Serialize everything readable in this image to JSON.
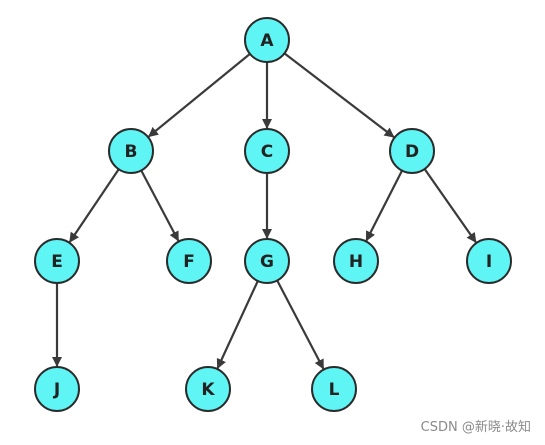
{
  "diagram": {
    "type": "tree",
    "colors": {
      "node_fill": "#5ff5f5",
      "node_stroke": "#2b2b2b",
      "edge": "#3a3a3a",
      "label": "#222222"
    },
    "nodes": [
      {
        "id": "A",
        "label": "A"
      },
      {
        "id": "B",
        "label": "B"
      },
      {
        "id": "C",
        "label": "C"
      },
      {
        "id": "D",
        "label": "D"
      },
      {
        "id": "E",
        "label": "E"
      },
      {
        "id": "F",
        "label": "F"
      },
      {
        "id": "G",
        "label": "G"
      },
      {
        "id": "H",
        "label": "H"
      },
      {
        "id": "I",
        "label": "I"
      },
      {
        "id": "J",
        "label": "J"
      },
      {
        "id": "K",
        "label": "K"
      },
      {
        "id": "L",
        "label": "L"
      }
    ],
    "edges": [
      {
        "from": "A",
        "to": "B"
      },
      {
        "from": "A",
        "to": "C"
      },
      {
        "from": "A",
        "to": "D"
      },
      {
        "from": "B",
        "to": "E"
      },
      {
        "from": "B",
        "to": "F"
      },
      {
        "from": "C",
        "to": "G"
      },
      {
        "from": "D",
        "to": "H"
      },
      {
        "from": "D",
        "to": "I"
      },
      {
        "from": "E",
        "to": "J"
      },
      {
        "from": "G",
        "to": "K"
      },
      {
        "from": "G",
        "to": "L"
      }
    ]
  },
  "watermark": {
    "text": "CSDN @新晓·故知"
  }
}
